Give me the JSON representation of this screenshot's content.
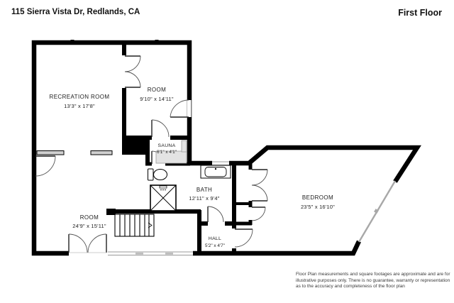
{
  "header": {
    "address": "115 Sierra Vista Dr, Redlands, CA",
    "floor_label": "First Floor"
  },
  "rooms": [
    {
      "id": "recreation-room",
      "name": "RECREATION ROOM",
      "dims": "13'3\" x 17'8\""
    },
    {
      "id": "room-upper",
      "name": "ROOM",
      "dims": "9'10\" x 14'11\""
    },
    {
      "id": "sauna",
      "name": "SAUNA",
      "dims": "6'1\" x 4'1\""
    },
    {
      "id": "bath",
      "name": "BATH",
      "dims": "12'11\" x 9'4\""
    },
    {
      "id": "room-lower",
      "name": "ROOM",
      "dims": "24'9\" x 15'11\""
    },
    {
      "id": "hall",
      "name": "HALL",
      "dims": "5'2\" x 4'7\""
    },
    {
      "id": "bedroom",
      "name": "BEDROOM",
      "dims": "23'5\" x 16'10\""
    }
  ],
  "fixtures": [
    "staircase",
    "shower",
    "toilet",
    "sink-vanity",
    "sauna-bench"
  ],
  "colors": {
    "wall": "#000000",
    "window_line": "#9a9a9a",
    "door_arc": "#666666",
    "label_text": "#1c1c1c"
  },
  "footer": {
    "disclaimer_lines": [
      "Floor Plan measurements and square footages are approximate and are for",
      "illustrative purposes only. There is no guarantee, warranty or representation",
      "as to the accuracy and completeness of the floor plan"
    ]
  }
}
